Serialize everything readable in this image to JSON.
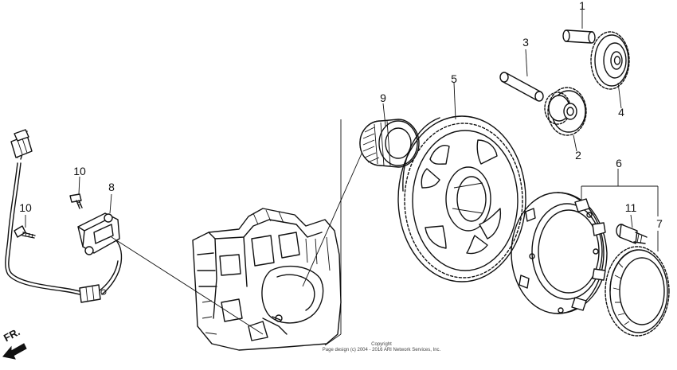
{
  "callouts": {
    "p1": "1",
    "p2": "2",
    "p3": "3",
    "p4": "4",
    "p5": "5",
    "p6": "6",
    "p7": "7",
    "p8": "8",
    "p9": "9",
    "p10a": "10",
    "p10b": "10",
    "p11": "11"
  },
  "copyright": {
    "line1": "Copyright",
    "line2": "Page design (c) 2004 - 2016 ARI Network Services, Inc."
  },
  "direction": {
    "label": "FR."
  },
  "colors": {
    "ink": "#111111",
    "background": "#ffffff"
  },
  "icons": {
    "direction_arrow": "front-direction-arrow-icon"
  }
}
